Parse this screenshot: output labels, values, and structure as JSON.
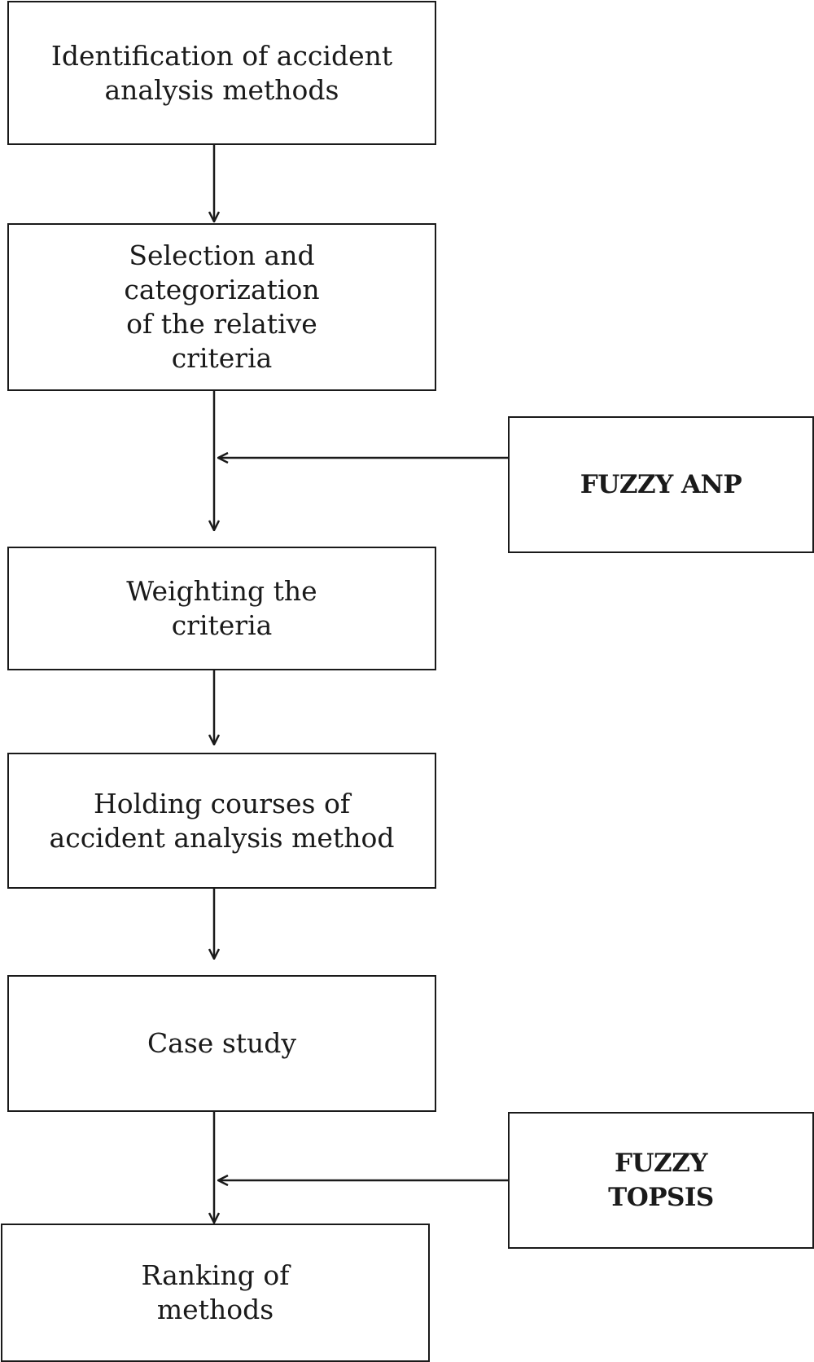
{
  "steps": [
    {
      "id": "identification",
      "text": "Identification of accident\nanalysis methods"
    },
    {
      "id": "selection",
      "text": "Selection and\ncategorization\nof the relative\ncriteria"
    },
    {
      "id": "weighting",
      "text": "Weighting the\ncriteria"
    },
    {
      "id": "holding",
      "text": "Holding courses of\naccident analysis method"
    },
    {
      "id": "case-study",
      "text": "Case study"
    },
    {
      "id": "ranking",
      "text": "Ranking of\nmethods"
    }
  ],
  "tools": [
    {
      "id": "fuzzy-anp",
      "text": "FUZZY ANP"
    },
    {
      "id": "fuzzy-topsis",
      "text": "FUZZY\nTOPSIS"
    }
  ],
  "colors": {
    "stroke": "#1a1a1a",
    "background": "#ffffff"
  }
}
